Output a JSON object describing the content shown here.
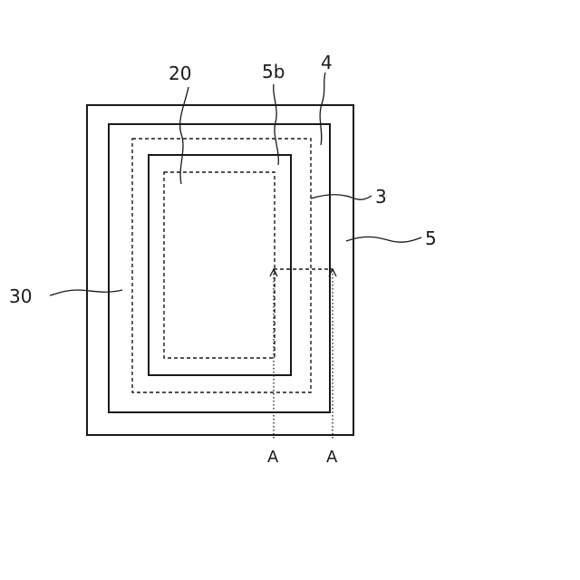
{
  "labels": {
    "region_20": "20",
    "layer_5b": "5b",
    "layer_4": "4",
    "layer_3": "3",
    "layer_5": "5",
    "layer_30": "30",
    "section_left": "A",
    "section_right": "A"
  }
}
